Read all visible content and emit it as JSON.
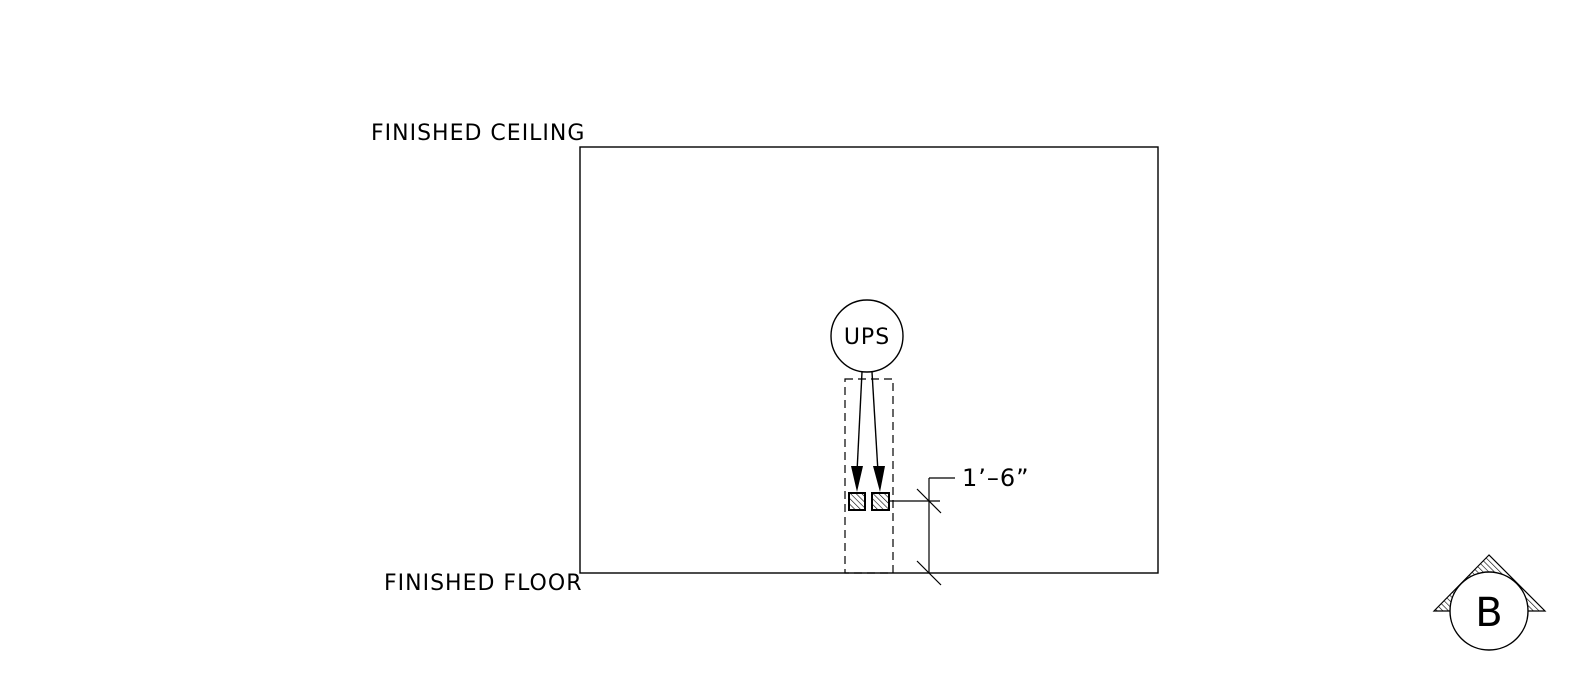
{
  "labels": {
    "ceiling": "FINISHED CEILING",
    "floor": "FINISHED FLOOR"
  },
  "equipment": {
    "tag": "UPS"
  },
  "dimension": {
    "height": "1’–6”"
  },
  "section_marker": {
    "letter": "B"
  },
  "colors": {
    "line": "#000000",
    "background": "#ffffff"
  }
}
